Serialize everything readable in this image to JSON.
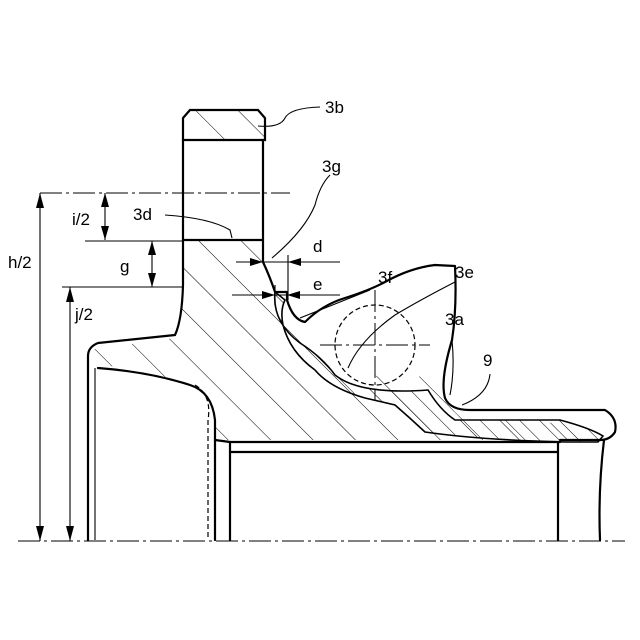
{
  "figure": {
    "labels": {
      "ring_gear": "3b",
      "groove": "3g",
      "inner_part": "3d",
      "fillet_f": "3f",
      "recess": "3e",
      "flange": "3a",
      "liner": "9"
    },
    "dimensions": {
      "half_diameter_h": "h/2",
      "half_diameter_i": "i/2",
      "half_diameter_j": "j/2",
      "gap_g": "g",
      "dim_d": "d",
      "dim_e": "e"
    }
  }
}
